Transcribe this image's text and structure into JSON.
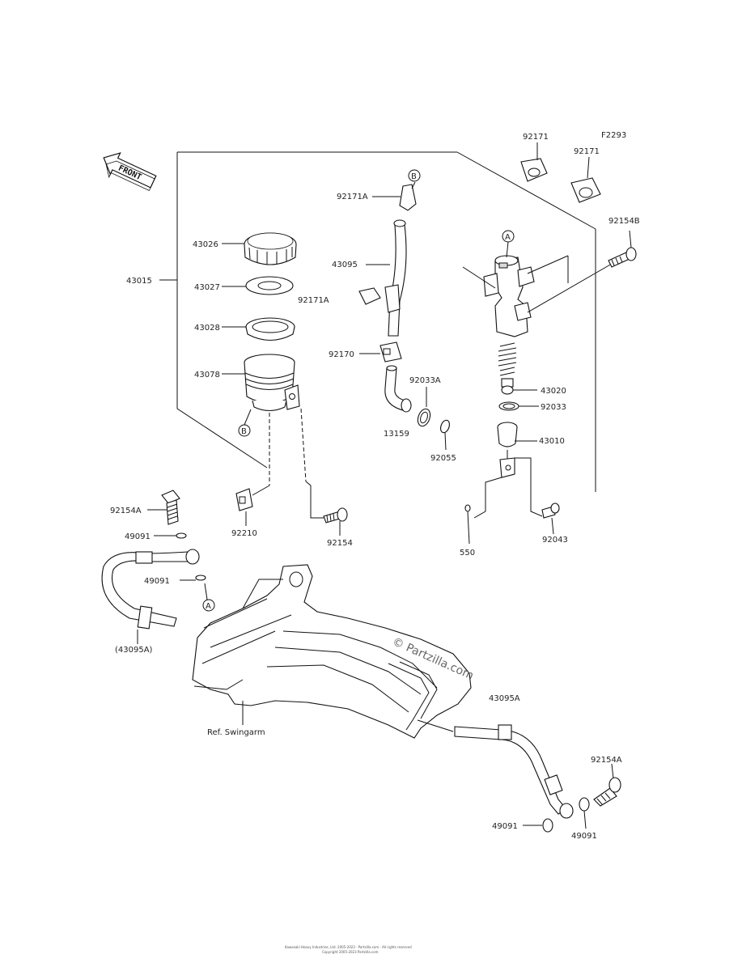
{
  "figure_code": "F2293",
  "front_label": "FRONT",
  "watermark": "© Partzilla.com",
  "callouts": {
    "a_label": "A",
    "b_label": "B"
  },
  "parts": {
    "p92171_1": "92171",
    "p92171_2": "92171",
    "p92154B": "92154B",
    "p92171A_top": "92171A",
    "p43026": "43026",
    "p43095": "43095",
    "p43015": "43015",
    "p43027": "43027",
    "p92171A_mid": "92171A",
    "p43028": "43028",
    "p92170": "92170",
    "p43078": "43078",
    "p92033A": "92033A",
    "p43020": "43020",
    "p92033": "92033",
    "p13159": "13159",
    "p43010": "43010",
    "p92055": "92055",
    "p92154A_left": "92154A",
    "p49091_upper": "49091",
    "p92210": "92210",
    "p92154": "92154",
    "p550": "550",
    "p92043": "92043",
    "p49091_lower": "49091",
    "p43095A_paren": "(43095A)",
    "p43095A": "43095A",
    "ref_swingarm": "Ref. Swingarm",
    "p92154A_right": "92154A",
    "p49091_br_left": "49091",
    "p49091_br_right": "49091"
  },
  "footer": {
    "line1": "Kawasaki Heavy Industries, Ltd. 2005-2023 · Partzilla.com · All rights reserved",
    "line2": "Copyright 2005-2023 Partzilla.com"
  }
}
